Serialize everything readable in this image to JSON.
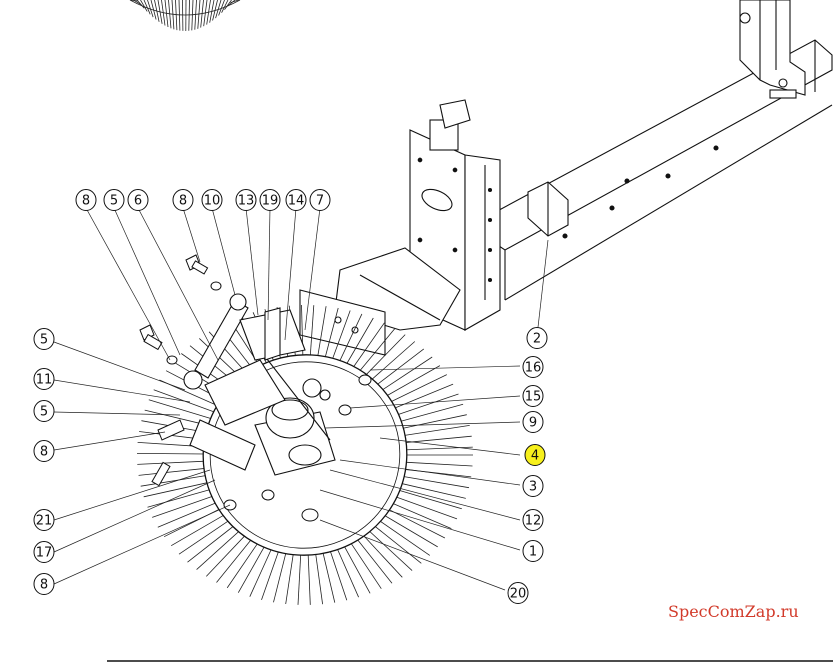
{
  "drawing": {
    "highlight_color": "#f7f01c",
    "watermark_color": "#d23a2a",
    "callouts": [
      {
        "id": "c8a",
        "label": "8"
      },
      {
        "id": "c5a",
        "label": "5"
      },
      {
        "id": "c6",
        "label": "6"
      },
      {
        "id": "c8b",
        "label": "8"
      },
      {
        "id": "c10",
        "label": "10"
      },
      {
        "id": "c13",
        "label": "13"
      },
      {
        "id": "c19",
        "label": "19"
      },
      {
        "id": "c14",
        "label": "14"
      },
      {
        "id": "c7",
        "label": "7"
      },
      {
        "id": "c5b",
        "label": "5"
      },
      {
        "id": "c11",
        "label": "11"
      },
      {
        "id": "c5c",
        "label": "5"
      },
      {
        "id": "c8c",
        "label": "8"
      },
      {
        "id": "c21",
        "label": "21"
      },
      {
        "id": "c17",
        "label": "17"
      },
      {
        "id": "c8d",
        "label": "8"
      },
      {
        "id": "c2",
        "label": "2"
      },
      {
        "id": "c16",
        "label": "16"
      },
      {
        "id": "c15",
        "label": "15"
      },
      {
        "id": "c9",
        "label": "9"
      },
      {
        "id": "c4",
        "label": "4",
        "highlighted": true
      },
      {
        "id": "c3",
        "label": "3"
      },
      {
        "id": "c12",
        "label": "12"
      },
      {
        "id": "c1",
        "label": "1"
      },
      {
        "id": "c20",
        "label": "20"
      }
    ]
  },
  "watermark": "SpecComZap.ru"
}
